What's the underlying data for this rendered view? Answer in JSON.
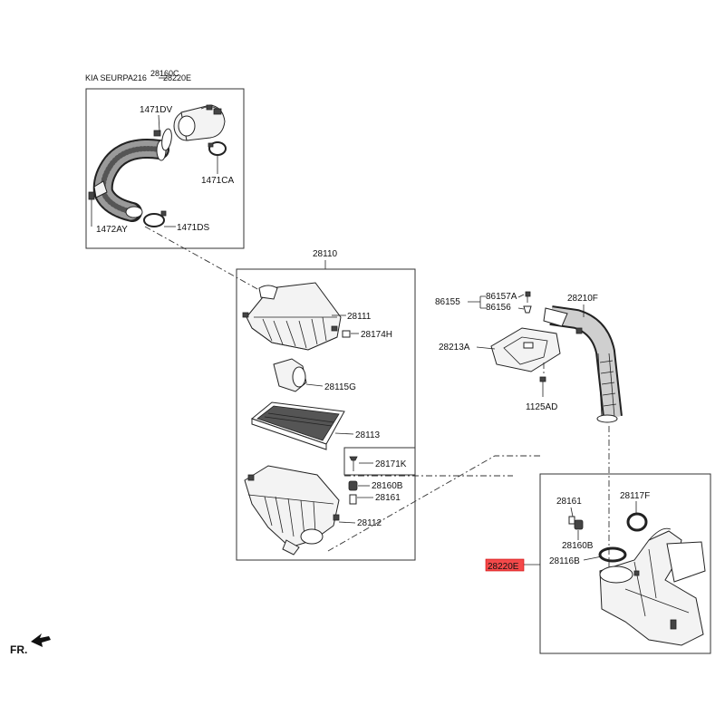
{
  "header": {
    "title": "KIA SEURPA216",
    "ref_a": "28160C",
    "ref_b": "28220E"
  },
  "labels": {
    "p1471DV": "1471DV",
    "p1471CA": "1471CA",
    "p1472AY": "1472AY",
    "p1471DS": "1471DS",
    "p28110": "28110",
    "p28111": "28111",
    "p28174H": "28174H",
    "p28115G": "28115G",
    "p28113": "28113",
    "p28171K": "28171K",
    "p28160B_a": "28160B",
    "p28161_a": "28161",
    "p28112": "28112",
    "p86155": "86155",
    "p86157A": "86157A",
    "p86156": "86156",
    "p28210F": "28210F",
    "p28213A": "28213A",
    "p1125AD": "1125AD",
    "p28161_b": "28161",
    "p28117F": "28117F",
    "p28160B_b": "28160B",
    "p28116B": "28116B",
    "p28220E": "28220E"
  },
  "orientation": {
    "label": "FR."
  },
  "colors": {
    "highlight": "#f4494a",
    "line": "#222222"
  }
}
